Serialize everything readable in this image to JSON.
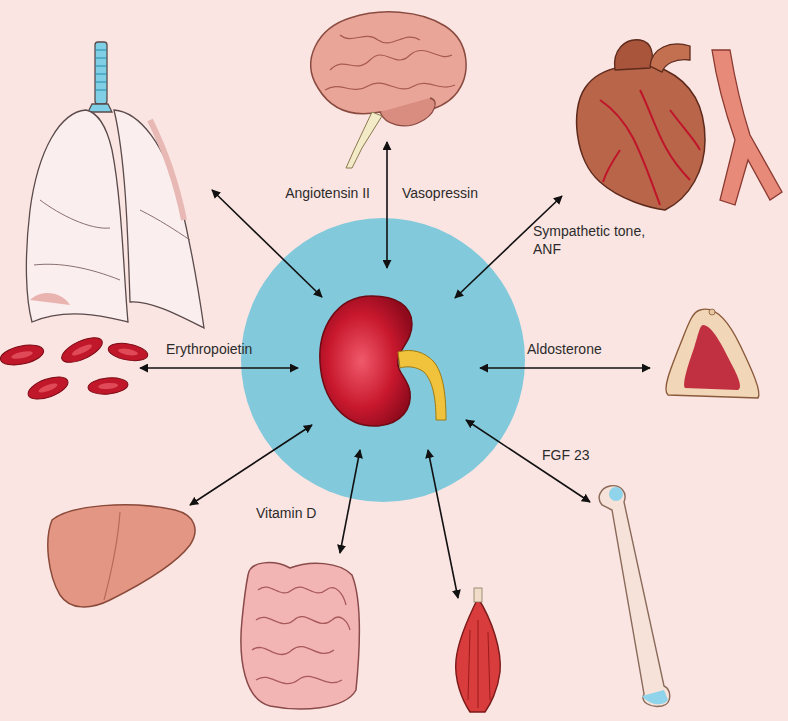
{
  "diagram": {
    "labels": [
      "Angiotensin II",
      "Vasopressin",
      "Sympathetic tone, ANF",
      "Erythropoietin",
      "Aldosterone",
      "FGF 23",
      "Vitamin D"
    ]
  }
}
